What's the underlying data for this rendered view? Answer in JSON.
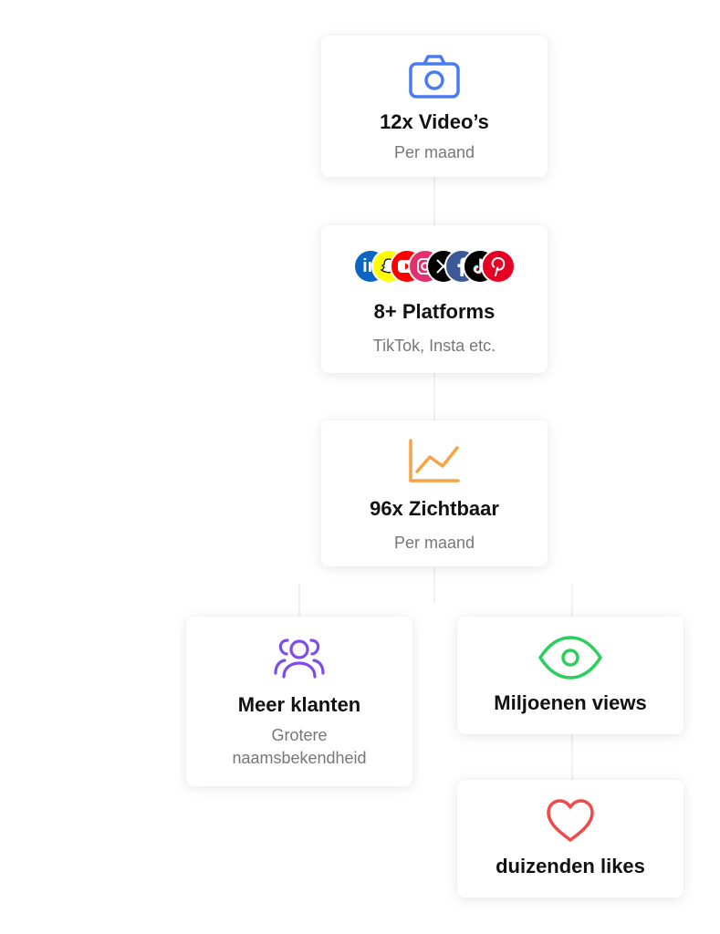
{
  "cards": {
    "videos": {
      "title": "12x Video’s",
      "subtitle": "Per maand",
      "icon": "camera-icon",
      "icon_color": "#4a7cf0"
    },
    "platforms": {
      "title": "8+ Platforms",
      "subtitle": "TikTok, Insta etc.",
      "logos": [
        {
          "name": "linkedin-logo-icon",
          "color": "#0a66c2"
        },
        {
          "name": "snapchat-logo-icon",
          "color": "#fffc00"
        },
        {
          "name": "youtube-logo-icon",
          "color": "#ff0000"
        },
        {
          "name": "instagram-logo-icon",
          "color": "#e1306c"
        },
        {
          "name": "x-logo-icon",
          "color": "#000000"
        },
        {
          "name": "facebook-logo-icon",
          "color": "#3b5998"
        },
        {
          "name": "tiktok-logo-icon",
          "color": "#000000"
        },
        {
          "name": "pinterest-logo-icon",
          "color": "#e60023"
        }
      ]
    },
    "visibility": {
      "title": "96x Zichtbaar",
      "subtitle": "Per maand",
      "icon": "growth-chart-icon",
      "icon_color": "#f5a445"
    },
    "customers": {
      "title": "Meer klanten",
      "subtitle": "Grotere naamsbekendheid",
      "icon": "users-icon",
      "icon_color": "#7c4dea"
    },
    "views": {
      "title": "Miljoenen views",
      "icon": "eye-icon",
      "icon_color": "#2ccf5e"
    },
    "likes": {
      "title": "duizenden likes",
      "icon": "heart-icon",
      "icon_color": "#f04a4a"
    }
  }
}
